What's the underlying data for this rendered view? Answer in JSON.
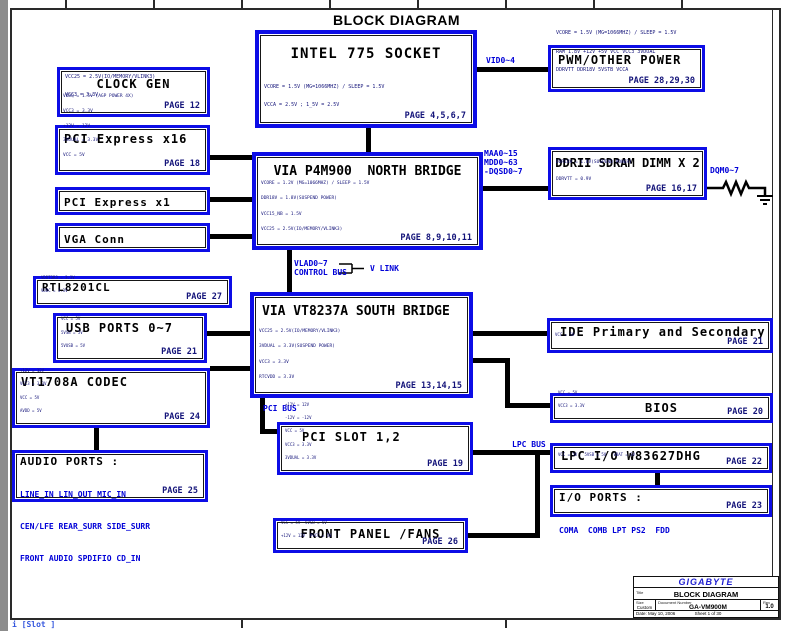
{
  "page": {
    "heading": "BLOCK DIAGRAM"
  },
  "blocks": {
    "intel": {
      "title": "INTEL 775 SOCKET",
      "page": "PAGE 4,5,6,7",
      "power": [
        "VCORE = 1.5V (MG=1066MHZ) / SLEEP = 1.5V",
        "VCCA = 2.5V ; 1_5V = 2.5V"
      ]
    },
    "pwm": {
      "title": "PWM/OTHER POWER",
      "page": "PAGE 28,29,30",
      "power": [
        "VCORE = 1.5V (MG=1066MHZ) / SLEEP = 1.5V",
        "RAM_1.8V +12V +5V VCC VCC3 3VDUAL",
        "DDRVTT DDR18V 5VSTB VCCA"
      ]
    },
    "clockgen": {
      "title": "CLOCK GEN",
      "page": "PAGE 12",
      "power": [
        "VCC25 = 2.5V(IO/MEMORY/VLINK3)",
        "VCC3 = 3.3V"
      ]
    },
    "pciex16": {
      "title": "PCI Express x16",
      "page": "PAGE 18",
      "power": [
        "VDDQ = 1.5V (AGP POWER 4X)",
        "VCC3 = 3.3V",
        "+12V = 12V",
        "3VDUAL = 3.3V",
        "VCC = 5V"
      ]
    },
    "pciex1": {
      "title": "PCI Express x1"
    },
    "vga": {
      "title": "VGA Conn"
    },
    "nb": {
      "title": "VIA P4M900  NORTH BRIDGE",
      "page": "PAGE 8,9,10,11",
      "power": [
        "VCORE = 1.2V (MG=1066MHZ) / SLEEP = 1.5V",
        "DDR18V = 1.8V(SUSPEND POWER)",
        "VCC15_NB = 1.5V",
        "VCC25 = 2.5V(IO/MEMORY/VLINK3)"
      ]
    },
    "dimm": {
      "title": "DDRII SDRAM DIMM X 2",
      "page": "PAGE 16,17",
      "power": [
        "DDR18V = 1.8V(SUSPEND POWER)",
        "DDRVTT = 0.9V"
      ]
    },
    "sb": {
      "title": "VIA VT8237A SOUTH BRIDGE",
      "page": "PAGE 13,14,15",
      "power": [
        "VCC25 = 2.5V(IO/MEMORY/VLINK3)",
        "3VDUAL = 3.3V(SUSPEND POWER)",
        "VCC3 = 3.3V",
        "RTCVDD = 3.3V"
      ]
    },
    "rtl": {
      "title": "RTL8201CL",
      "page": "PAGE 27",
      "power": [
        "VDDT3R3 = 3.3V",
        "VDDC = 3.3V"
      ]
    },
    "usb": {
      "title": "USB PORTS 0~7",
      "page": "PAGE 21",
      "power": [
        "VCC = 5V",
        "5VSB = 5V",
        "5VUSB = 5V"
      ]
    },
    "codec": {
      "title": "VT1708A CODEC",
      "page": "PAGE 24",
      "power": [
        "+12V = 12V",
        "VCC3 = 3.3V",
        "VCC = 5V",
        "AVDD = 5V"
      ]
    },
    "audio": {
      "title": "AUDIO PORTS :",
      "page": "PAGE 25",
      "ports": [
        "LINE_IN LIN_OUT MIC_IN",
        "CEN/LFE REAR_SURR SIDE_SURR",
        "FRONT AUDIO SPDIFIO CD_IN"
      ]
    },
    "ide": {
      "title": "IDE Primary and Secondary",
      "page": "PAGE 21",
      "power": [
        "VCC = 5V"
      ]
    },
    "bios": {
      "title": "BIOS",
      "page": "PAGE 20",
      "power": [
        "VCC = 5V",
        "VCC3 = 3.3V"
      ]
    },
    "lpc": {
      "title": "LPC I/O W83627DHG",
      "page": "PAGE 22",
      "power": [
        "VCC = 5V   5VSB = 5V   VBAT = 3V"
      ]
    },
    "ioports": {
      "title": "I/O PORTS :",
      "page": "PAGE 23",
      "ports": [
        "COMA  COMB LPT PS2  FDD"
      ]
    },
    "pcislot": {
      "title": "PCI SLOT 1,2",
      "page": "PAGE 19",
      "power": [
        "+12V = 12V",
        "-12V = -12V",
        "VCC = 5V",
        "VCC3 = 3.3V",
        "3VDUAL = 3.3V"
      ]
    },
    "frontpanel": {
      "title": "FRONT PANEL /FANS",
      "page": "PAGE 26",
      "power": [
        "VCC = 5V  5VSB = 5V",
        "+12V = 12V  PVCC = 5V"
      ]
    }
  },
  "signals": {
    "vid": "VID0~4",
    "maa": "MAA0~15",
    "mdd": "MDD0~63",
    "dqsd": "-DQSD0~7",
    "dqm": "DQM0~7",
    "vlad": "VLAD0~7",
    "control": "CONTROL BUS",
    "vlink": "V LINK",
    "pcibus": "PCI BUS",
    "lpcbus": "LPC BUS"
  },
  "title_block": {
    "company": "GIGABYTE",
    "title_label": "Title",
    "title": "BLOCK DIAGRAM",
    "size_label": "Size",
    "size": "Custom",
    "doc_label": "Document Number",
    "doc": "GA-VM900M",
    "rev_label": "Rev",
    "rev": "1.0",
    "date_label": "Date:",
    "date": "May 10, 2006",
    "sheet_label": "Sheet",
    "sheet": "1",
    "of_label": "of",
    "total": "30"
  },
  "footer": {
    "partial": "i [Slot ]"
  },
  "colors": {
    "block_border": "#0d0de6",
    "signal_label": "#0000d8",
    "power_text": "#14147a",
    "wire": "#000000",
    "brand": "#2020d0"
  }
}
